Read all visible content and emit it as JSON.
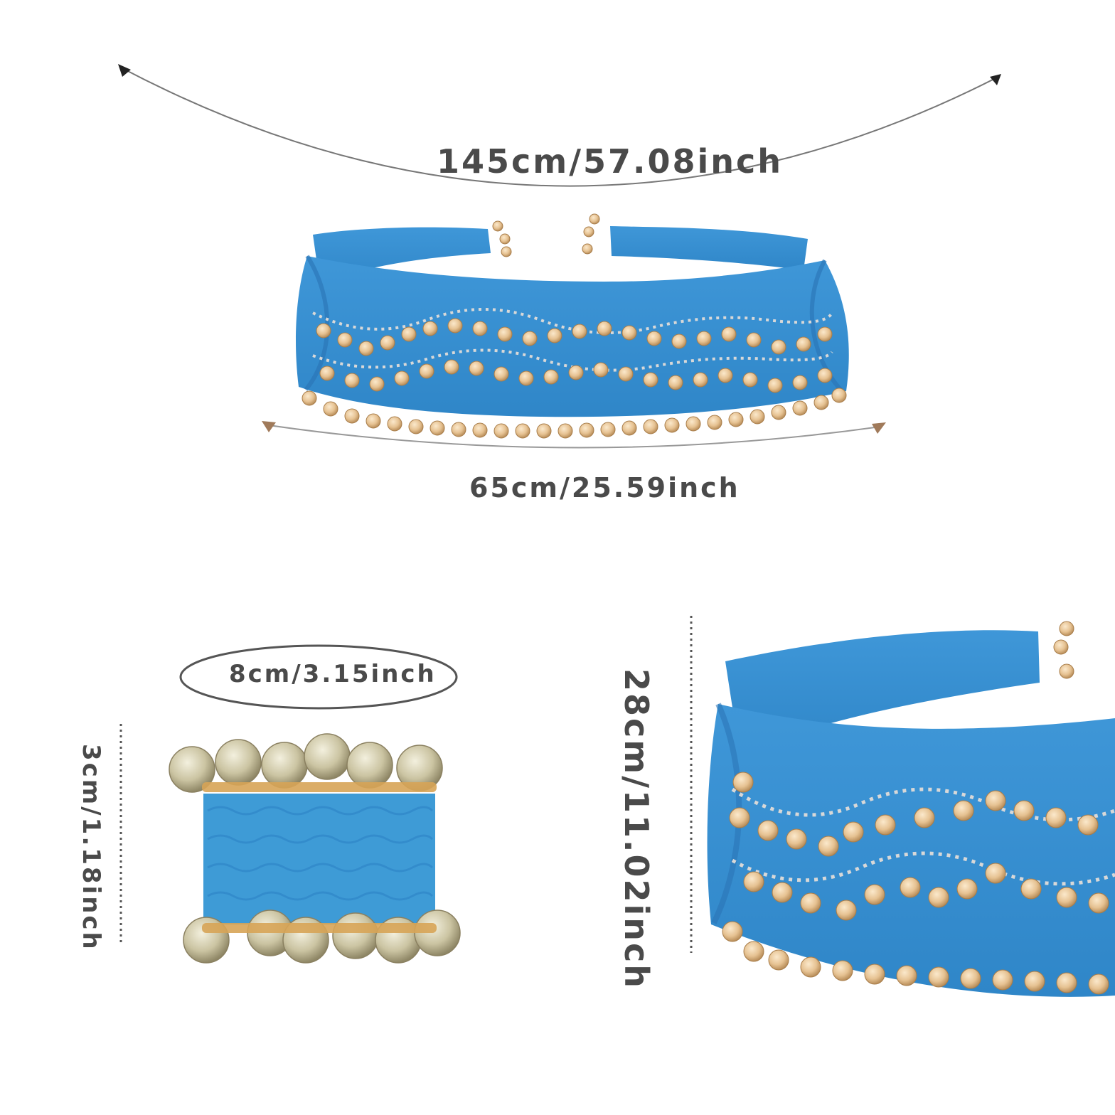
{
  "measurements": {
    "belt_length": "145cm/57.08inch",
    "front_width": "65cm/25.59inch",
    "cuff_width": "8cm/3.15inch",
    "cuff_height": "3cm/1.18inch",
    "belt_height": "28cm/11.02inch"
  },
  "colors": {
    "fabric": "#3b8fd0",
    "fabric_dark": "#2a73b4",
    "coin": "#e9c89a",
    "coin_edge": "#b98e5a",
    "cuff_coin": "#cfc8a8",
    "text": "#4a4a4a"
  }
}
